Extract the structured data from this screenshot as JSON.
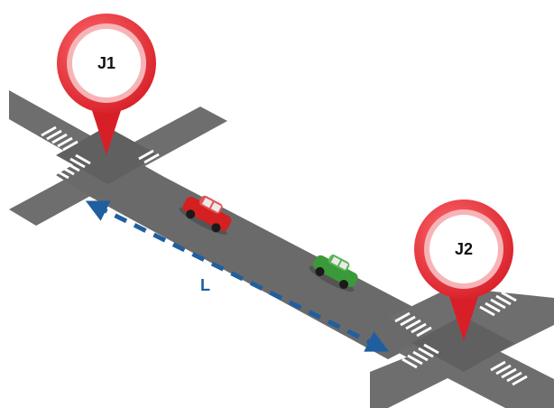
{
  "junctions": [
    {
      "label": "J1"
    },
    {
      "label": "J2"
    }
  ],
  "distance_label": "L",
  "colors": {
    "road": "#707070",
    "road_dark": "#5e5e5e",
    "crosswalk": "#ffffff",
    "pin": "#e8343c",
    "pin_ring": "#f08c90",
    "pin_inner": "#ffffff",
    "distance_arrow": "#1f5fa0",
    "car_red": "#d42020",
    "car_green": "#3a9a3a"
  }
}
